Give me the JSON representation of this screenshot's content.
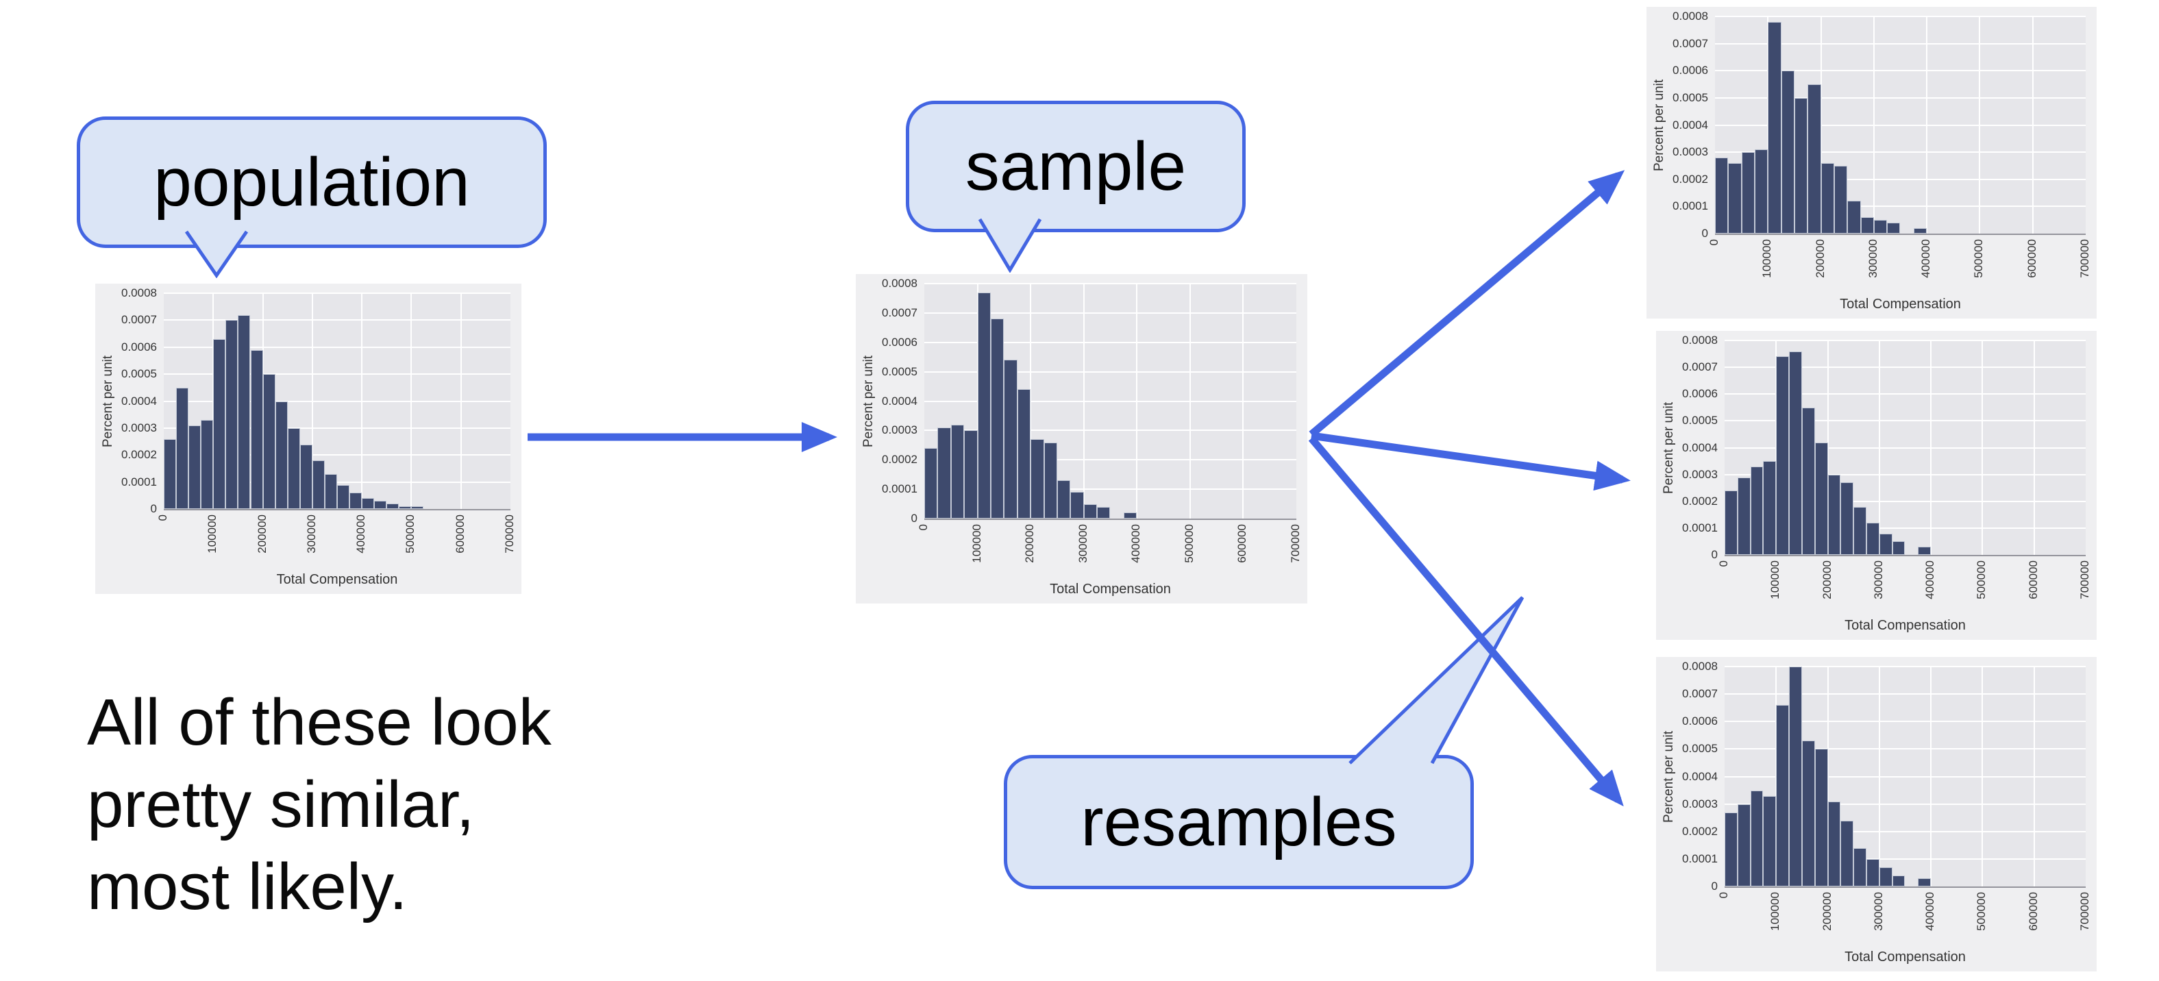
{
  "colors": {
    "arrow": "#4365e2",
    "callout_fill": "#dbe5f6",
    "callout_border": "#4365e2",
    "bar": "#3e4a6d",
    "plot_background": "#e6e6ea",
    "panel_background": "#efeff1"
  },
  "callouts": {
    "population": "population",
    "sample": "sample",
    "resamples": "resamples"
  },
  "note": {
    "lines": [
      "All of these look",
      "pretty similar,",
      "most likely."
    ]
  },
  "chart_data": [
    {
      "id": "population",
      "type": "histogram",
      "xlabel": "Total Compensation",
      "ylabel": "Percent per unit",
      "xlim": [
        0,
        700000
      ],
      "ylim": [
        0,
        0.0008
      ],
      "bin_width": 25000,
      "x_ticks": [
        0,
        100000,
        200000,
        300000,
        400000,
        500000,
        600000,
        700000
      ],
      "x_tick_labels": [
        "0",
        "100000",
        "200000",
        "300000",
        "400000",
        "500000",
        "600000",
        "700000"
      ],
      "y_ticks": [
        0,
        0.0001,
        0.0002,
        0.0003,
        0.0004,
        0.0005,
        0.0006,
        0.0007,
        0.0008
      ],
      "y_tick_labels": [
        "0",
        "0.0001",
        "0.0002",
        "0.0003",
        "0.0004",
        "0.0005",
        "0.0006",
        "0.0007",
        "0.0008"
      ],
      "values": [
        0.00026,
        0.00045,
        0.00031,
        0.00033,
        0.00063,
        0.0007,
        0.00072,
        0.00059,
        0.0005,
        0.0004,
        0.0003,
        0.00024,
        0.00018,
        0.00013,
        9e-05,
        6e-05,
        4e-05,
        3e-05,
        2e-05,
        1e-05,
        1e-05,
        0,
        0,
        0,
        0,
        0,
        0,
        0
      ]
    },
    {
      "id": "sample",
      "type": "histogram",
      "xlabel": "Total Compensation",
      "ylabel": "Percent per unit",
      "xlim": [
        0,
        700000
      ],
      "ylim": [
        0,
        0.0008
      ],
      "bin_width": 25000,
      "x_ticks": [
        0,
        100000,
        200000,
        300000,
        400000,
        500000,
        600000,
        700000
      ],
      "x_tick_labels": [
        "0",
        "100000",
        "200000",
        "300000",
        "400000",
        "500000",
        "600000",
        "700000"
      ],
      "y_ticks": [
        0,
        0.0001,
        0.0002,
        0.0003,
        0.0004,
        0.0005,
        0.0006,
        0.0007,
        0.0008
      ],
      "y_tick_labels": [
        "0",
        "0.0001",
        "0.0002",
        "0.0003",
        "0.0004",
        "0.0005",
        "0.0006",
        "0.0007",
        "0.0008"
      ],
      "values": [
        0.00024,
        0.00031,
        0.00032,
        0.0003,
        0.00077,
        0.00068,
        0.00054,
        0.00044,
        0.00027,
        0.00026,
        0.00013,
        9e-05,
        5e-05,
        4e-05,
        0,
        2e-05,
        0,
        0,
        0,
        0,
        0,
        0,
        0,
        0,
        0,
        0,
        0,
        0
      ]
    },
    {
      "id": "resample-1",
      "type": "histogram",
      "xlabel": "Total Compensation",
      "ylabel": "Percent per unit",
      "xlim": [
        0,
        700000
      ],
      "ylim": [
        0,
        0.0008
      ],
      "bin_width": 25000,
      "x_ticks": [
        0,
        100000,
        200000,
        300000,
        400000,
        500000,
        600000,
        700000
      ],
      "x_tick_labels": [
        "0",
        "100000",
        "200000",
        "300000",
        "400000",
        "500000",
        "600000",
        "700000"
      ],
      "y_ticks": [
        0,
        0.0001,
        0.0002,
        0.0003,
        0.0004,
        0.0005,
        0.0006,
        0.0007,
        0.0008
      ],
      "y_tick_labels": [
        "0",
        "0.0001",
        "0.0002",
        "0.0003",
        "0.0004",
        "0.0005",
        "0.0006",
        "0.0007",
        "0.0008"
      ],
      "values": [
        0.00028,
        0.00026,
        0.0003,
        0.00031,
        0.00078,
        0.0006,
        0.0005,
        0.00055,
        0.00026,
        0.00025,
        0.00012,
        6e-05,
        5e-05,
        4e-05,
        0,
        2e-05,
        0,
        0,
        0,
        0,
        0,
        0,
        0,
        0,
        0,
        0,
        0,
        0
      ]
    },
    {
      "id": "resample-2",
      "type": "histogram",
      "xlabel": "Total Compensation",
      "ylabel": "Percent per unit",
      "xlim": [
        0,
        700000
      ],
      "ylim": [
        0,
        0.0008
      ],
      "bin_width": 25000,
      "x_ticks": [
        0,
        100000,
        200000,
        300000,
        400000,
        500000,
        600000,
        700000
      ],
      "x_tick_labels": [
        "0",
        "100000",
        "200000",
        "300000",
        "400000",
        "500000",
        "600000",
        "700000"
      ],
      "y_ticks": [
        0,
        0.0001,
        0.0002,
        0.0003,
        0.0004,
        0.0005,
        0.0006,
        0.0007,
        0.0008
      ],
      "y_tick_labels": [
        "0",
        "0.0001",
        "0.0002",
        "0.0003",
        "0.0004",
        "0.0005",
        "0.0006",
        "0.0007",
        "0.0008"
      ],
      "values": [
        0.00024,
        0.00029,
        0.00033,
        0.00035,
        0.00074,
        0.00076,
        0.00055,
        0.00042,
        0.0003,
        0.00027,
        0.00018,
        0.00012,
        8e-05,
        5e-05,
        0,
        3e-05,
        0,
        0,
        0,
        0,
        0,
        0,
        0,
        0,
        0,
        0,
        0,
        0
      ]
    },
    {
      "id": "resample-3",
      "type": "histogram",
      "xlabel": "Total Compensation",
      "ylabel": "Percent per unit",
      "xlim": [
        0,
        700000
      ],
      "ylim": [
        0,
        0.0008
      ],
      "bin_width": 25000,
      "x_ticks": [
        0,
        100000,
        200000,
        300000,
        400000,
        500000,
        600000,
        700000
      ],
      "x_tick_labels": [
        "0",
        "100000",
        "200000",
        "300000",
        "400000",
        "500000",
        "600000",
        "700000"
      ],
      "y_ticks": [
        0,
        0.0001,
        0.0002,
        0.0003,
        0.0004,
        0.0005,
        0.0006,
        0.0007,
        0.0008
      ],
      "y_tick_labels": [
        "0",
        "0.0001",
        "0.0002",
        "0.0003",
        "0.0004",
        "0.0005",
        "0.0006",
        "0.0007",
        "0.0008"
      ],
      "values": [
        0.00027,
        0.0003,
        0.00035,
        0.00033,
        0.00066,
        0.0008,
        0.00053,
        0.0005,
        0.00031,
        0.00024,
        0.00014,
        0.0001,
        7e-05,
        4e-05,
        0,
        3e-05,
        0,
        0,
        0,
        0,
        0,
        0,
        0,
        0,
        0,
        0,
        0,
        0
      ]
    }
  ]
}
